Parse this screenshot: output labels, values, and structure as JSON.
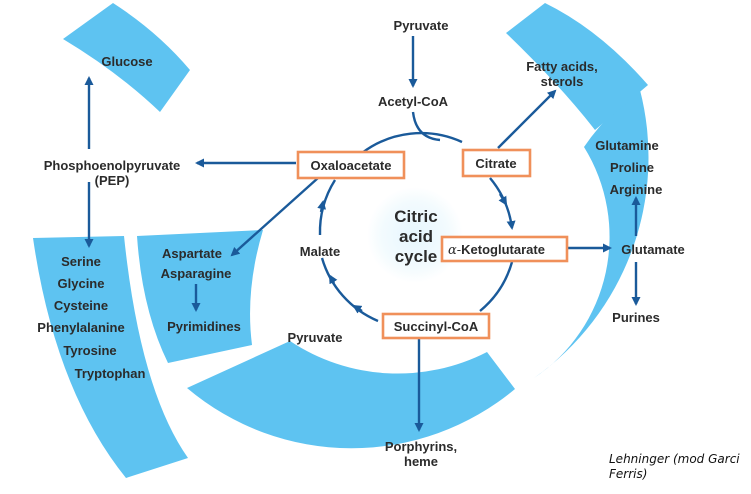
{
  "diagram": {
    "center": {
      "line1": "Citric",
      "line2": "acid",
      "line3": "cycle"
    },
    "boxed": {
      "oxaloacetate": "Oxaloacetate",
      "citrate": "Citrate",
      "ketoglutarate": "Ketoglutarate",
      "ketoglutarate_prefix": "α-",
      "succinyl_coa": "Succinyl-CoA"
    },
    "inner_labels": {
      "malate": "Malate",
      "pyruvate_top": "Pyruvate",
      "acetyl_coa": "Acetyl-CoA",
      "pyruvate_lower": "Pyruvate"
    },
    "outer": {
      "glucose": "Glucose",
      "pep_line1": "Phosphoenolpyruvate",
      "pep_line2": "(PEP)",
      "fatty_line1": "Fatty acids,",
      "fatty_line2": "sterols",
      "amino_acids_left": [
        "Serine",
        "Glycine",
        "Cysteine",
        "Phenylalanine",
        "Tyrosine",
        "Tryptophan"
      ],
      "aspartate": "Aspartate",
      "asparagine": "Asparagine",
      "pyrimidines": "Pyrimidines",
      "right_top": [
        "Glutamine",
        "Proline",
        "Arginine"
      ],
      "glutamate": "Glutamate",
      "purines": "Purines",
      "porphyrins_line1": "Porphyrins,",
      "porphyrins_line2": "heme"
    },
    "credit_line1": "Lehninger (mod Garci",
    "credit_line2": "Ferris)",
    "colors": {
      "sector": "#5ec3f1",
      "arrow": "#1a5a9a",
      "box_border": "#f0905a"
    }
  }
}
